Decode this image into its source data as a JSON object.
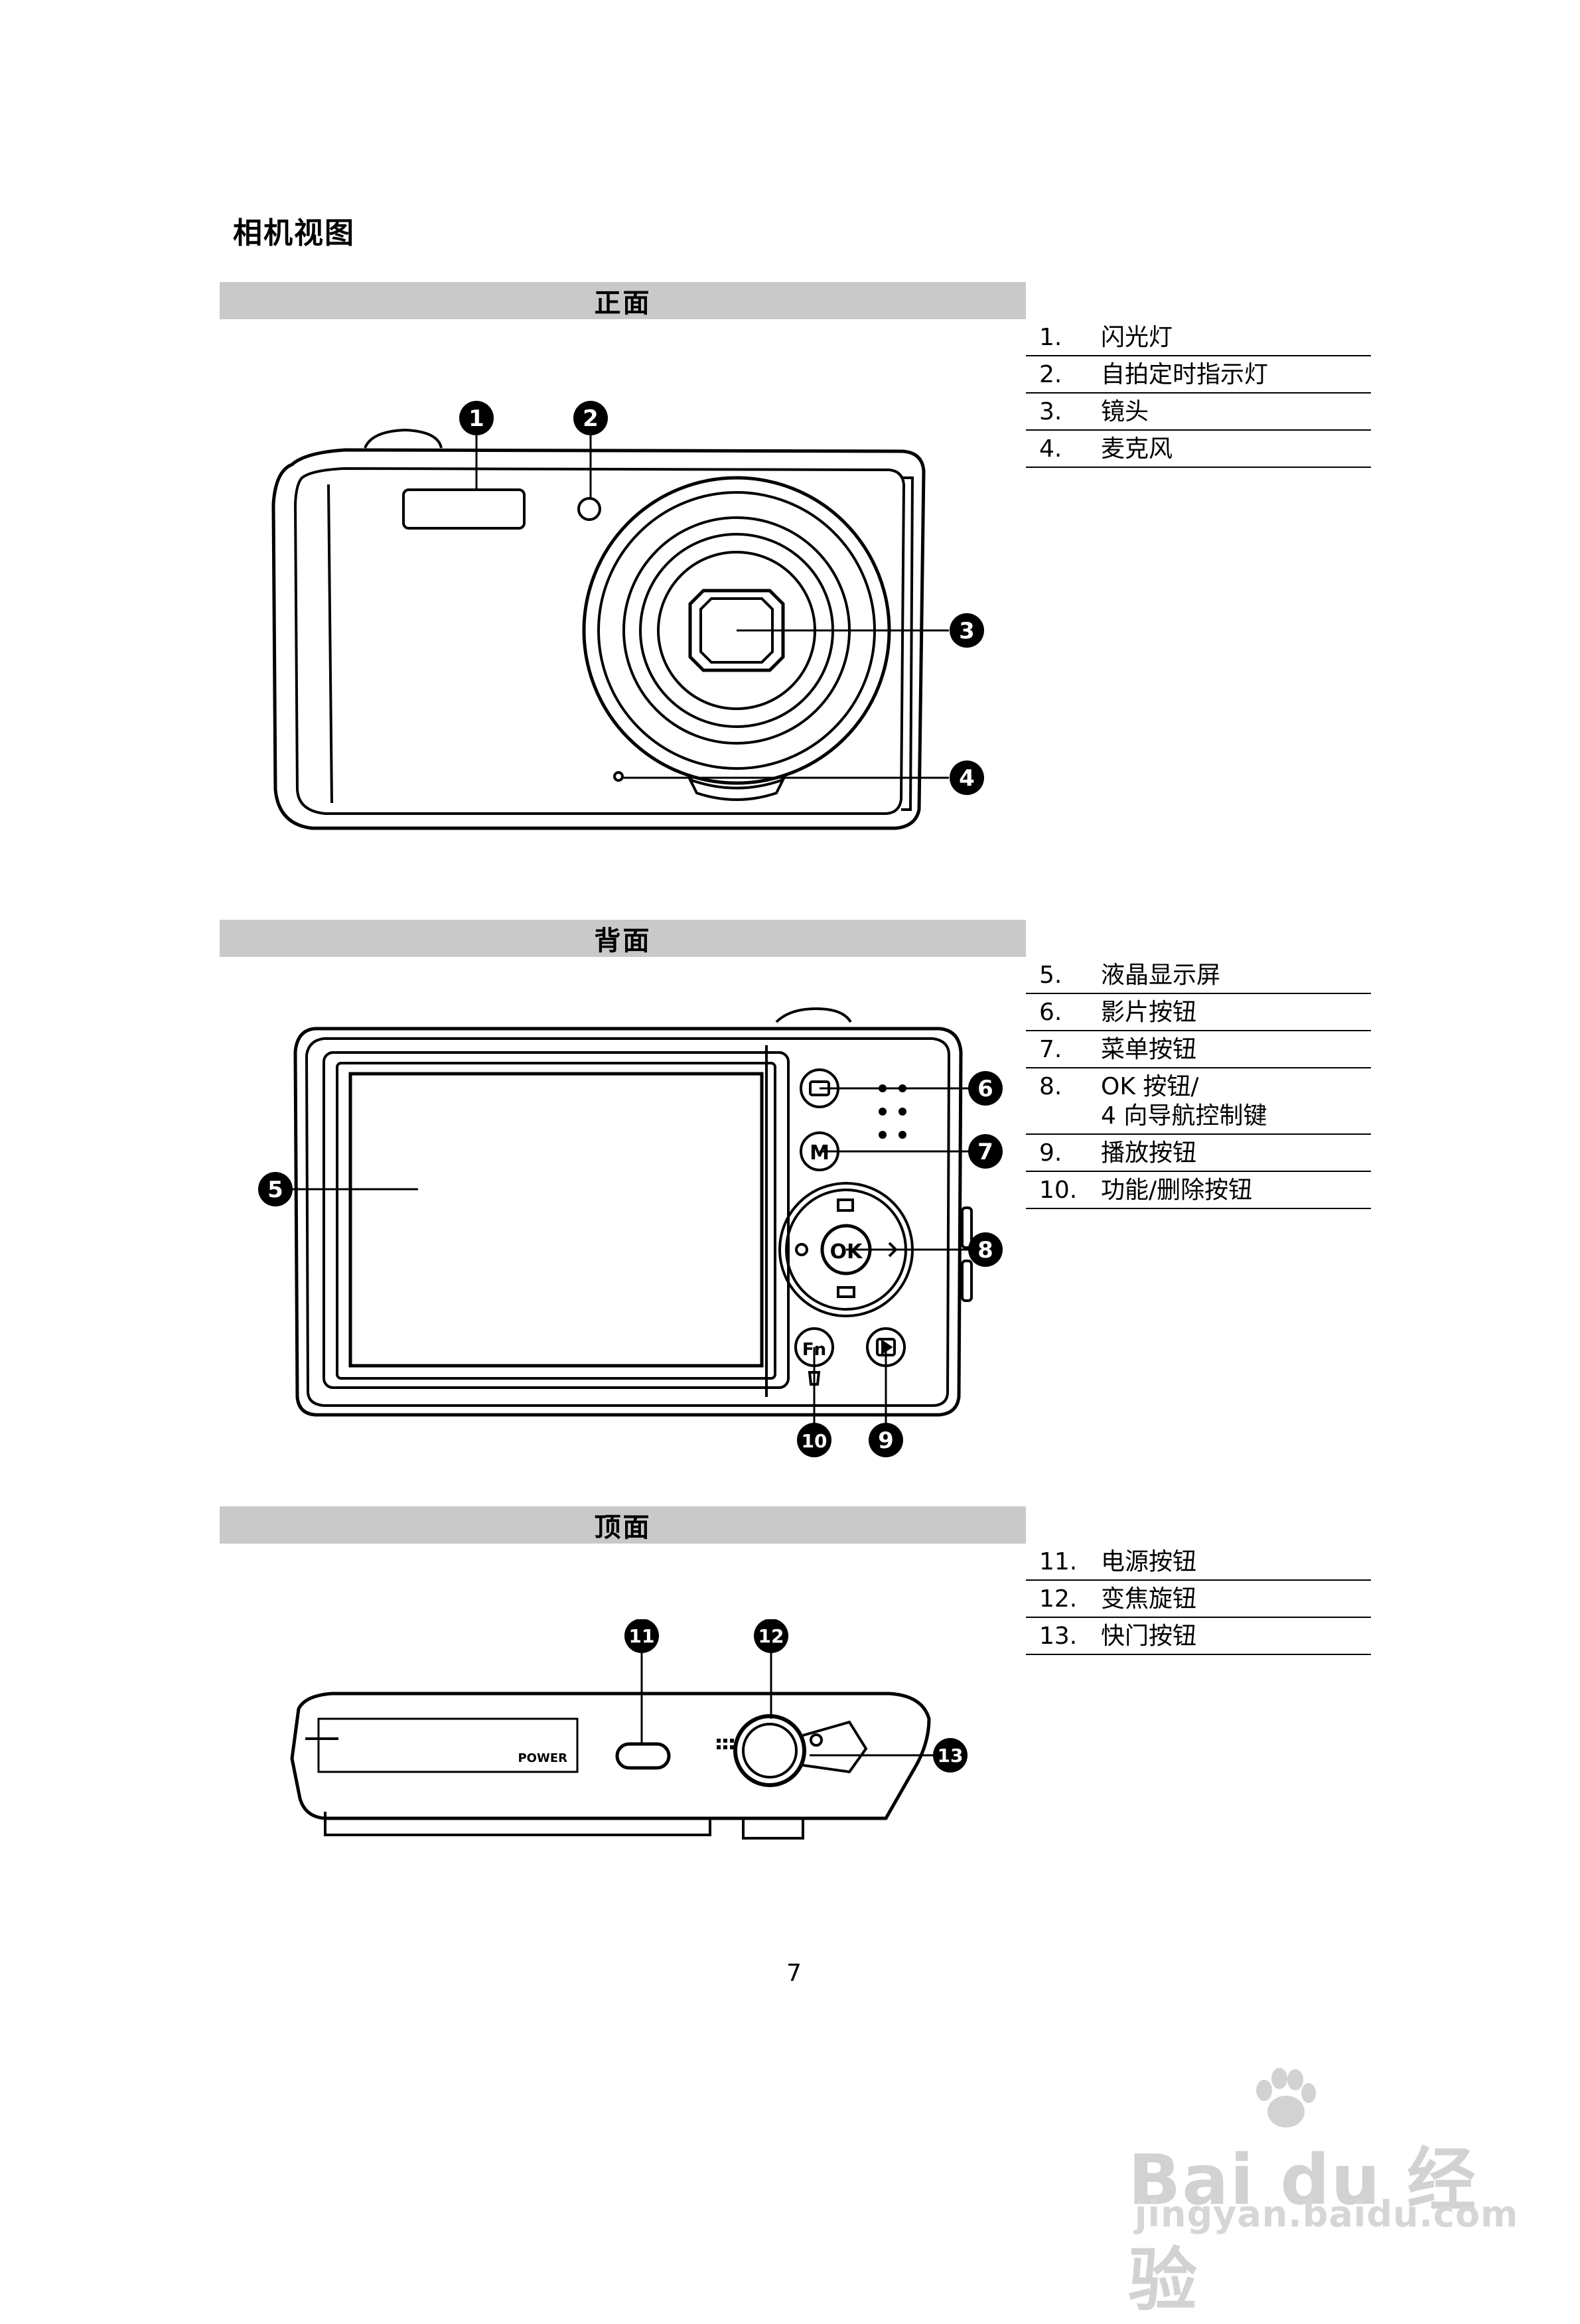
{
  "page": {
    "title": "相机视图",
    "page_number": "7"
  },
  "sections": [
    {
      "heading": "正面",
      "items": [
        {
          "num": "1.",
          "label": "闪光灯"
        },
        {
          "num": "2.",
          "label": "自拍定时指示灯"
        },
        {
          "num": "3.",
          "label": "镜头"
        },
        {
          "num": "4.",
          "label": "麦克风"
        }
      ]
    },
    {
      "heading": "背面",
      "items": [
        {
          "num": "5.",
          "label": "液晶显示屏"
        },
        {
          "num": "6.",
          "label": "影片按钮"
        },
        {
          "num": "7.",
          "label": "菜单按钮"
        },
        {
          "num": "8.",
          "label": "OK 按钮/",
          "label2": "4 向导航控制键"
        },
        {
          "num": "9.",
          "label": "播放按钮"
        },
        {
          "num": "10.",
          "label": "功能/删除按钮"
        }
      ]
    },
    {
      "heading": "顶面",
      "items": [
        {
          "num": "11.",
          "label": "电源按钮"
        },
        {
          "num": "12.",
          "label": "变焦旋钮"
        },
        {
          "num": "13.",
          "label": "快门按钮"
        }
      ]
    }
  ],
  "figures": {
    "front_callouts": [
      "1",
      "2",
      "3",
      "4"
    ],
    "back_callouts": [
      "5",
      "6",
      "7",
      "8",
      "9",
      "10"
    ],
    "top_callouts": [
      "11",
      "12",
      "13"
    ],
    "back_ok_label": "OK",
    "back_menu_label": "M",
    "back_fn_label": "Fn",
    "top_power_label": "POWER"
  },
  "watermark": {
    "brand": "Bai du 经验",
    "url": "jingyan.baidu.com"
  }
}
